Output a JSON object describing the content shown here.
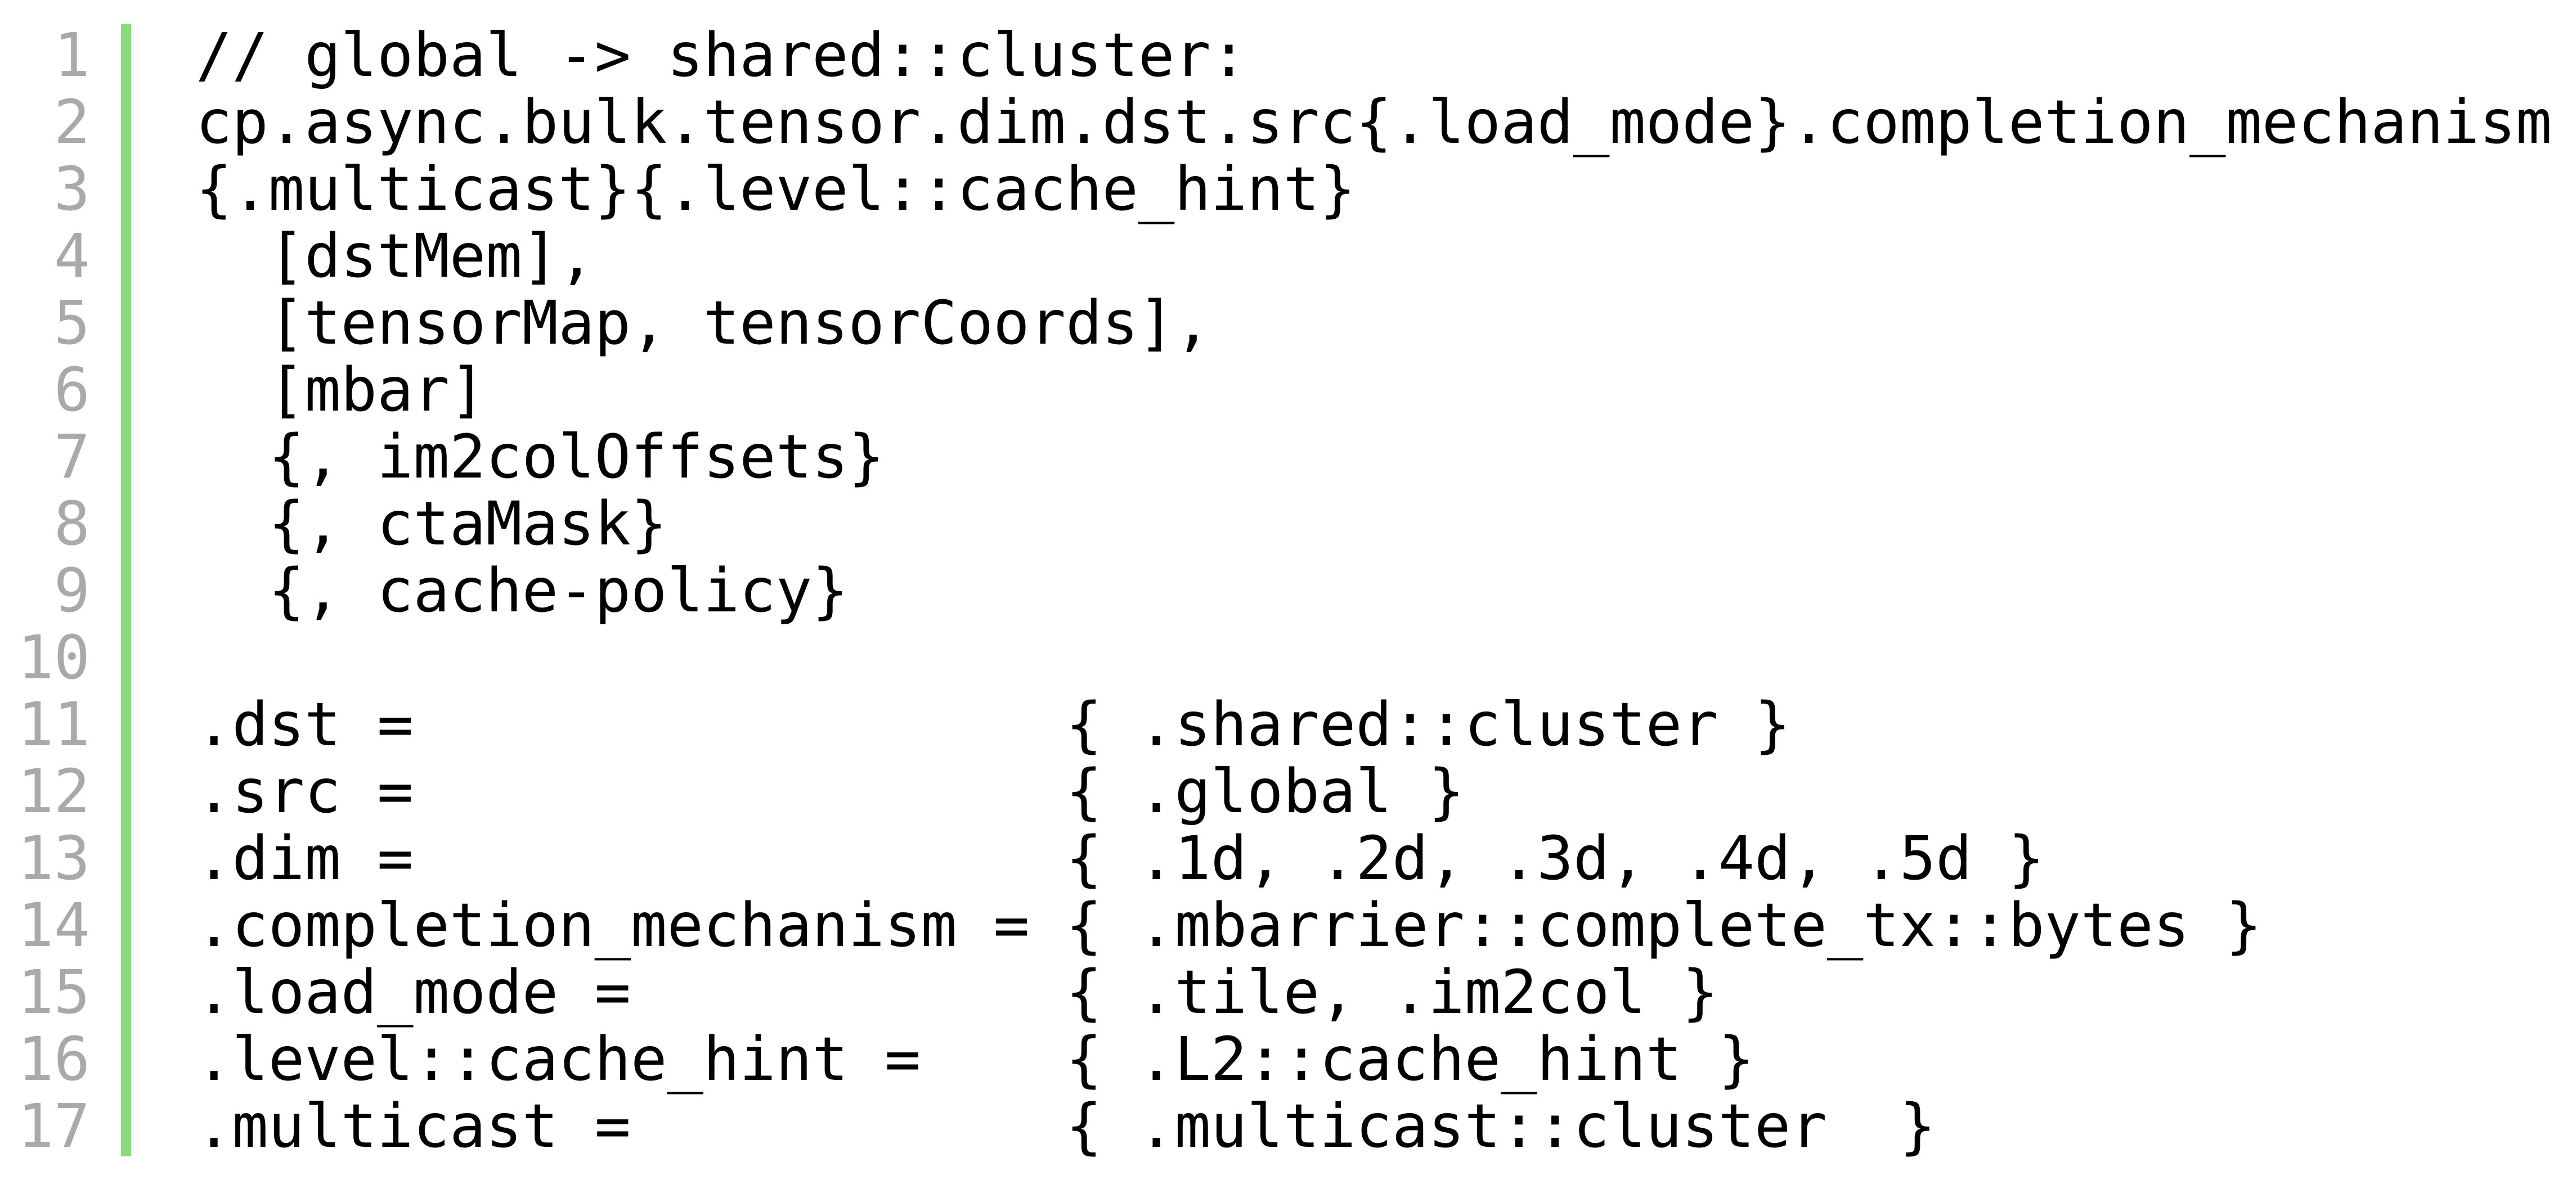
{
  "code_block": {
    "language": "ptx-assembly",
    "background_color": "#ffffff",
    "accent_bar_color": "#89da78",
    "line_number_color": "#a9a9a9",
    "text_color": "#000000",
    "lines": [
      {
        "num": "1",
        "code": "// global -> shared::cluster:"
      },
      {
        "num": "2",
        "code": "cp.async.bulk.tensor.dim.dst.src{.load_mode}.completion_mechanism"
      },
      {
        "num": "3",
        "code": "{.multicast}{.level::cache_hint}"
      },
      {
        "num": "4",
        "code": "  [dstMem],"
      },
      {
        "num": "5",
        "code": "  [tensorMap, tensorCoords],"
      },
      {
        "num": "6",
        "code": "  [mbar]"
      },
      {
        "num": "7",
        "code": "  {, im2colOffsets}"
      },
      {
        "num": "8",
        "code": "  {, ctaMask}"
      },
      {
        "num": "9",
        "code": "  {, cache-policy}"
      },
      {
        "num": "10",
        "code": ""
      },
      {
        "num": "11",
        "code": ".dst =                  { .shared::cluster }"
      },
      {
        "num": "12",
        "code": ".src =                  { .global }"
      },
      {
        "num": "13",
        "code": ".dim =                  { .1d, .2d, .3d, .4d, .5d }"
      },
      {
        "num": "14",
        "code": ".completion_mechanism = { .mbarrier::complete_tx::bytes }"
      },
      {
        "num": "15",
        "code": ".load_mode =            { .tile, .im2col }"
      },
      {
        "num": "16",
        "code": ".level::cache_hint =    { .L2::cache_hint }"
      },
      {
        "num": "17",
        "code": ".multicast =            { .multicast::cluster  }"
      }
    ]
  }
}
